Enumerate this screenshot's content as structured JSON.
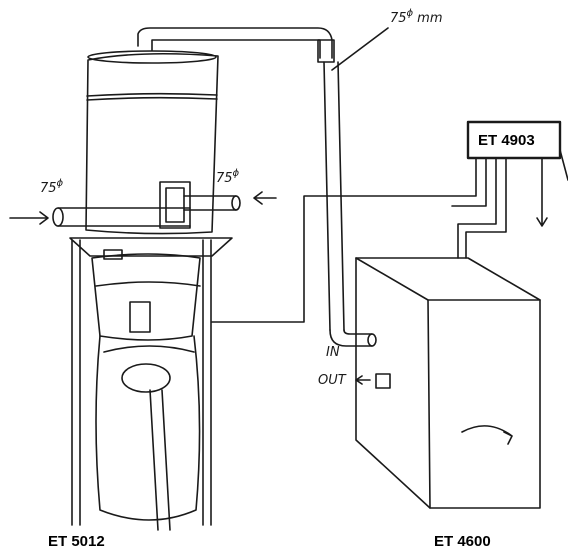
{
  "labels": {
    "diameter_top": "75",
    "diameter_top_unit": "mm",
    "diameter_symbol": "ϕ",
    "diameter_left": "75",
    "diameter_right": "75",
    "in_label": "IN",
    "out_label": "OUT",
    "unit_box": "ET 4903",
    "collector": "ET 5012",
    "machine": "ET 4600"
  }
}
